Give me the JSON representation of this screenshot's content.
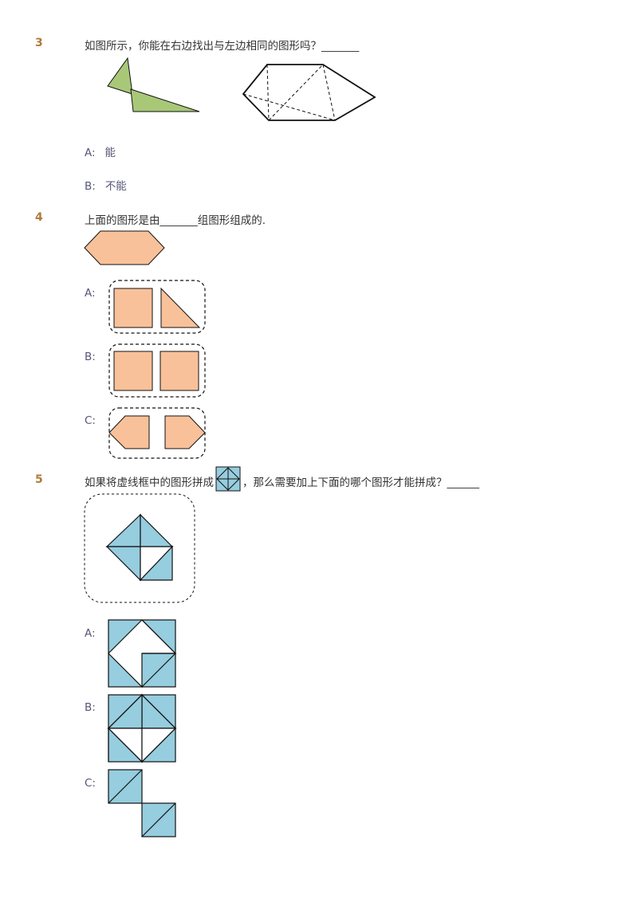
{
  "questions": [
    {
      "number": "3",
      "text": "如图所示，你能在右边找出与左边相同的图形吗？_______",
      "options": [
        {
          "label": "A:",
          "text": "能"
        },
        {
          "label": "B:",
          "text": "不能"
        }
      ]
    },
    {
      "number": "4",
      "text": "上面的图形是由_______组图形组成的.",
      "options": [
        {
          "label": "A:"
        },
        {
          "label": "B:"
        },
        {
          "label": "C:"
        }
      ]
    },
    {
      "number": "5",
      "text_before": "如果将虚线框中的图形拼成",
      "text_after": "，那么需要加上下面的哪个图形才能拼成？______",
      "options": [
        {
          "label": "A:"
        },
        {
          "label": "B:"
        },
        {
          "label": "C:"
        }
      ]
    }
  ],
  "colors": {
    "question_number": "#b07a3a",
    "green_fill": "#a8c878",
    "orange_fill": "#f9c199",
    "blue_fill": "#96cddf",
    "stroke": "#111111"
  }
}
